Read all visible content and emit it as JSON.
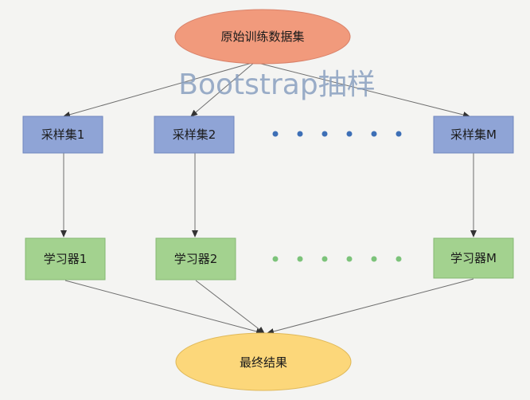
{
  "source": {
    "label": "原始训练数据集",
    "color": "#f19a7c"
  },
  "method_label": "Bootstrap抽样",
  "samples": [
    {
      "label": "采样集1",
      "color": "#8fa4d6"
    },
    {
      "label": "采样集2",
      "color": "#8fa4d6"
    },
    {
      "label": "采样集M",
      "color": "#8fa4d6"
    }
  ],
  "learners": [
    {
      "label": "学习器1",
      "color": "#a3d28f"
    },
    {
      "label": "学习器2",
      "color": "#a3d28f"
    },
    {
      "label": "学习器M",
      "color": "#a3d28f"
    }
  ],
  "result": {
    "label": "最终结果",
    "color": "#fcd77a"
  },
  "ellipsis_colors": {
    "samples": "#3d6fb6",
    "learners": "#7cc37a"
  }
}
